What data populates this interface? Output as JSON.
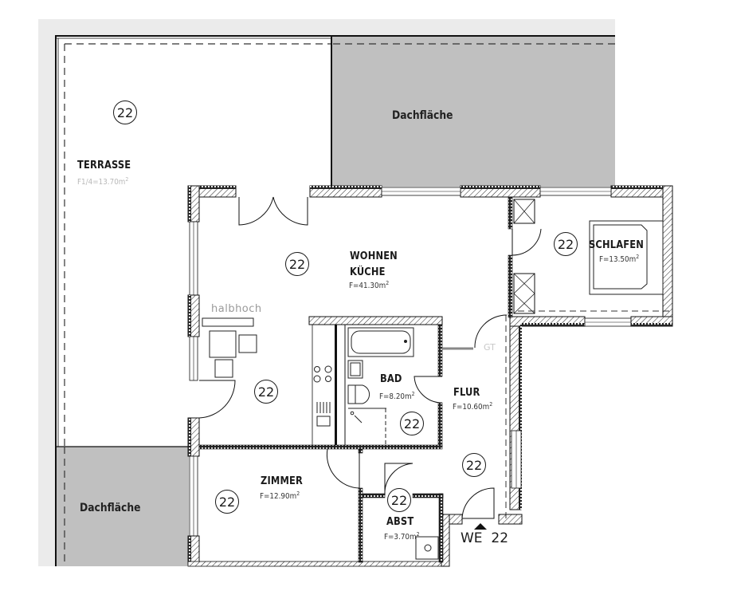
{
  "plan": {
    "unit": {
      "label": "WE",
      "number": "22"
    },
    "rooms": [
      {
        "id": "terrasse",
        "name": "TERRASSE",
        "area": "F1/4=13.70m",
        "area_sup": "2",
        "tag": "22"
      },
      {
        "id": "wohnen",
        "name": "WOHNEN",
        "name2": "KÜCHE",
        "area": "F=41.30m",
        "area_sup": "2",
        "tag": "22"
      },
      {
        "id": "schlafen",
        "name": "SCHLAFEN",
        "area": "F=13.50m",
        "area_sup": "2",
        "tag": "22"
      },
      {
        "id": "bad",
        "name": "BAD",
        "area": "F=8.20m",
        "area_sup": "2",
        "tag": "22"
      },
      {
        "id": "flur",
        "name": "FLUR",
        "area": "F=10.60m",
        "area_sup": "2",
        "tag": "22"
      },
      {
        "id": "zimmer",
        "name": "ZIMMER",
        "area": "F=12.90m",
        "area_sup": "2",
        "tag": "22"
      },
      {
        "id": "abst",
        "name": "ABST",
        "area": "F=3.70m",
        "area_sup": "2",
        "tag": "22"
      }
    ],
    "extra_tags": [
      "22"
    ],
    "roof_areas": [
      {
        "id": "dach-top",
        "label": "Dachfläche"
      },
      {
        "id": "dach-left",
        "label": "Dachfläche"
      }
    ],
    "annotations": {
      "halbhoch": "halbhoch",
      "gt": "GT"
    },
    "colors": {
      "roof_fill": "#c0c0c0",
      "frame_fill": "#ebebeb",
      "wall_stroke": "#1a1a1a",
      "background": "#ffffff"
    }
  }
}
